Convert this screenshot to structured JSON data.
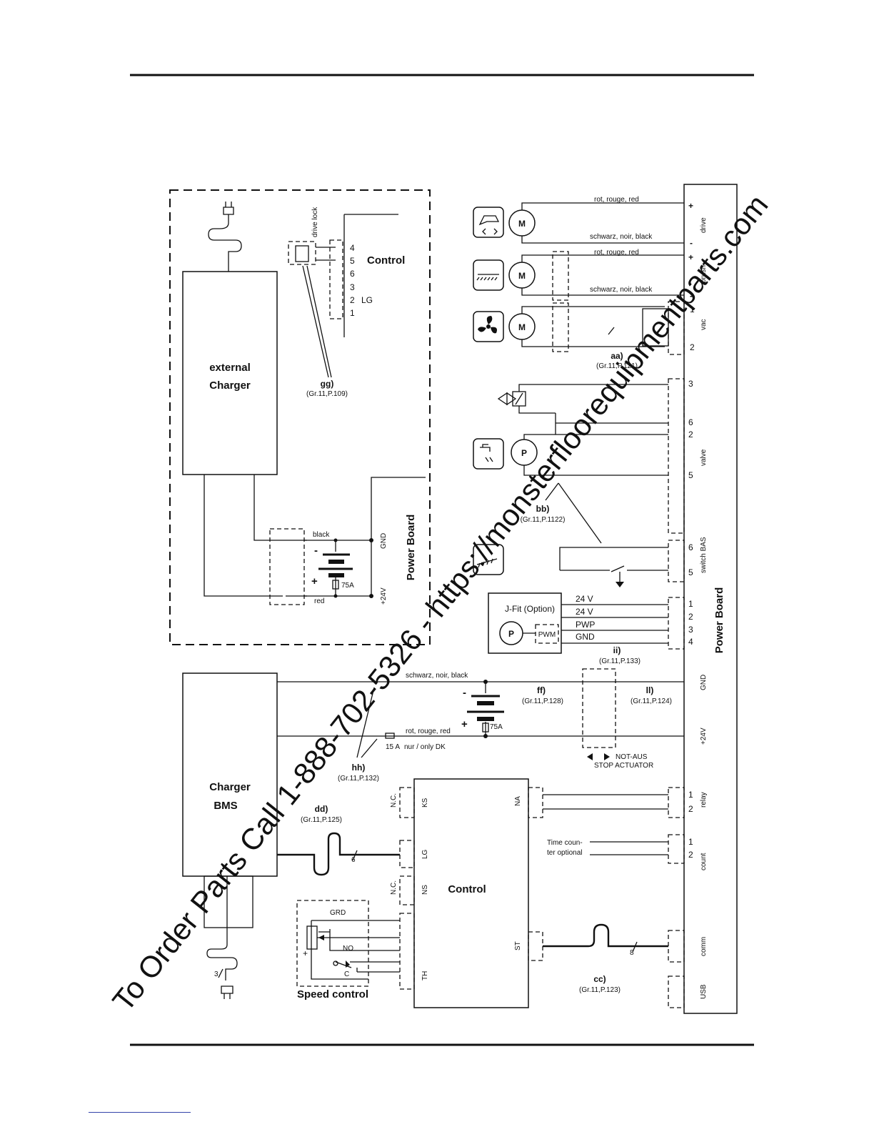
{
  "watermark": "To Order Parts Call 1-888-702-5326 - https://monsterfloorequipmentparts.com",
  "left_upper": {
    "external_charger": [
      "external",
      "Charger"
    ],
    "control_title": "Control",
    "drive_lock": "drive lock",
    "pins": [
      "4",
      "5",
      "6",
      "3",
      "2",
      "1"
    ],
    "lg": "LG",
    "gg_label": "gg)",
    "gg_ref": "(Gr.11,P.109)",
    "power_board": "Power Board",
    "black": "black",
    "red": "red",
    "minus": "-",
    "plus": "+",
    "fuse": "75A",
    "gnd": "GND",
    "v24": "+24V"
  },
  "right_upper": {
    "rot_red": "rot, rouge, red",
    "black_wire": "schwarz, noir, black",
    "motor": "M",
    "pump": "P",
    "plus": "+",
    "minus": "-",
    "drive": "drive",
    "brush": "brush",
    "vac": "vac",
    "valve": "valve",
    "switch_bas": "switch BAS",
    "vac_pins": [
      "1",
      "2"
    ],
    "valve_pins": [
      "3",
      "6",
      "2",
      "5"
    ],
    "bas_pins": [
      "6",
      "5"
    ],
    "aa_label": "aa)",
    "aa_ref": "(Gr.11,P.121)",
    "bb_label": "bb)",
    "bb_ref": "(Gr.11,P.1122)",
    "jfit_title": "J-Fit  (Option)",
    "jfit_pump": "P",
    "pwm": "PWM",
    "jfit_signals": [
      "24 V",
      "24 V",
      "PWP",
      "GND"
    ],
    "jfit_pins": [
      "1",
      "2",
      "3",
      "4"
    ],
    "power_board": "Power Board"
  },
  "middle": {
    "black_wire": "schwarz, noir, black",
    "red_wire": "rot, rouge, red",
    "fuse_15a": "15 A",
    "only_dk": "nur / only DK",
    "fuse_75a": "75A",
    "ff_label": "ff)",
    "ff_ref": "(Gr.11,P.128)",
    "ii_label": "ii)",
    "ii_ref": "(Gr.11,P.133)",
    "ll_label": "ll)",
    "ll_ref": "(Gr.11,P.124)",
    "hh_label": "hh)",
    "hh_ref": "(Gr.11,P.132)",
    "not_aus": "NOT-AUS",
    "stop_actuator": "STOP ACTUATOR",
    "gnd": "GND",
    "v24": "+24V",
    "minus": "-",
    "plus": "+"
  },
  "lower": {
    "charger_bms": [
      "Charger",
      "BMS"
    ],
    "control_title": "Control",
    "speed_control": "Speed control",
    "grd": "GRD",
    "no": "NO",
    "c": "C",
    "plus": "+",
    "nc": "N.C.",
    "ks": "KS",
    "lg": "LG",
    "ns": "NS",
    "th": "TH",
    "na": "NA",
    "st": "ST",
    "dd_label": "dd)",
    "dd_ref": "(Gr.11,P.125)",
    "cc_label": "cc)",
    "cc_ref": "(Gr.11,P.123)",
    "time_counter": [
      "Time coun-",
      "ter optional"
    ],
    "relay": "relay",
    "count": "count",
    "comm": "comm",
    "usb": "USB",
    "relay_pins": [
      "1",
      "2"
    ],
    "count_pins": [
      "1",
      "2"
    ],
    "wire6": "6",
    "wire8": "8",
    "wire3": "3"
  }
}
